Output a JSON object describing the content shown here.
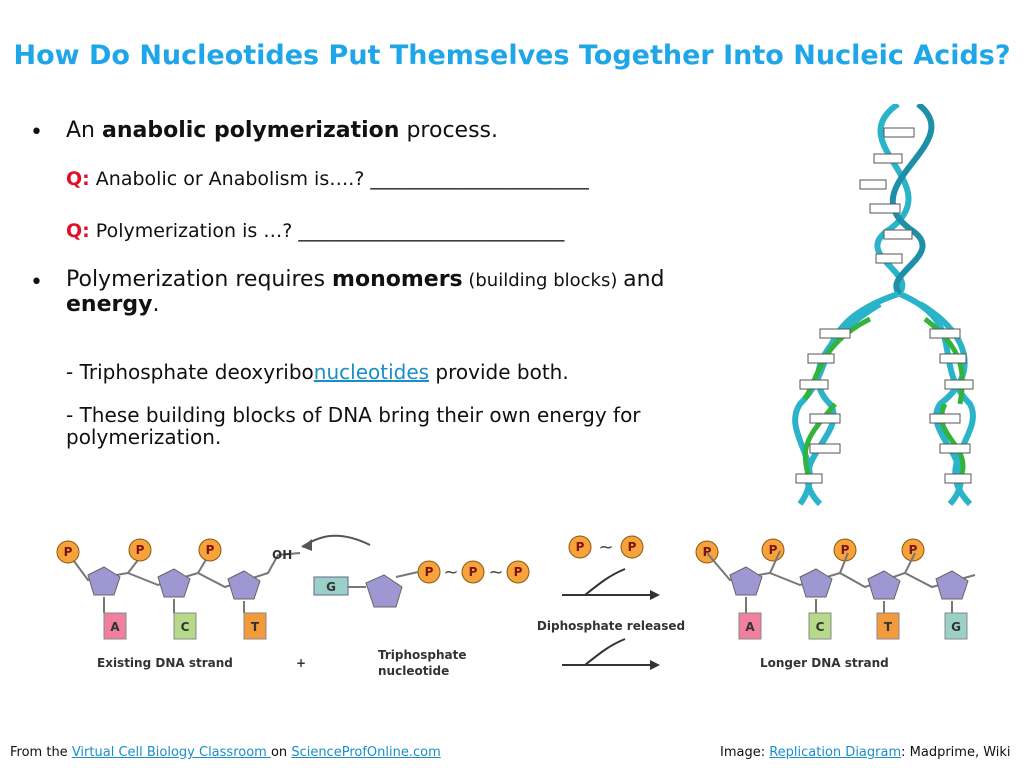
{
  "title": "How Do Nucleotides Put Themselves Together Into Nucleic Acids?",
  "bullets": {
    "b1_pre": "An ",
    "b1_bold": "anabolic polymerization",
    "b1_post": " process.",
    "q1_label": "Q:",
    "q1_text": "Anabolic or Anabolism is….? _______________________",
    "q2_label": "Q:",
    "q2_text": "Polymerization  is …? ____________________________",
    "b2_pre": "Polymerization requires ",
    "b2_bold": "monomers",
    "b2_paren": " (building blocks) ",
    "b2_and": "and",
    "b2_energy": "energy",
    "b2_end": ".",
    "sub1_pre": "- Triphosphate deoxyribo",
    "sub1_link": "nucleotides",
    "sub1_post": " provide both.",
    "sub2": "- These building blocks of DNA bring their own energy for polymerization."
  },
  "diagram": {
    "p": "P",
    "oh": "OH",
    "g": "G",
    "bases_existing": [
      "A",
      "C",
      "T"
    ],
    "bases_longer": [
      "A",
      "C",
      "T",
      "G"
    ],
    "existing_label": "Existing DNA strand",
    "plus": "+",
    "triphosphate_label_1": "Triphosphate",
    "triphosphate_label_2": "nucleotide",
    "diphosphate_label": "Diphosphate released",
    "longer_label": "Longer DNA strand",
    "colors": {
      "A": "#f07fa0",
      "C": "#b6d98a",
      "T": "#f39a3c",
      "G": "#9bd0c6",
      "P": "#f7a23a",
      "sugar": "#9f97d1"
    }
  },
  "footer": {
    "from": "From the",
    "link1": "Virtual Cell Biology Classroom ",
    "on": "on",
    "link2": "ScienceProfOnline.com",
    "image": "Image:",
    "link3": "Replication Diagram",
    "credit": ": Madprime, Wiki"
  }
}
